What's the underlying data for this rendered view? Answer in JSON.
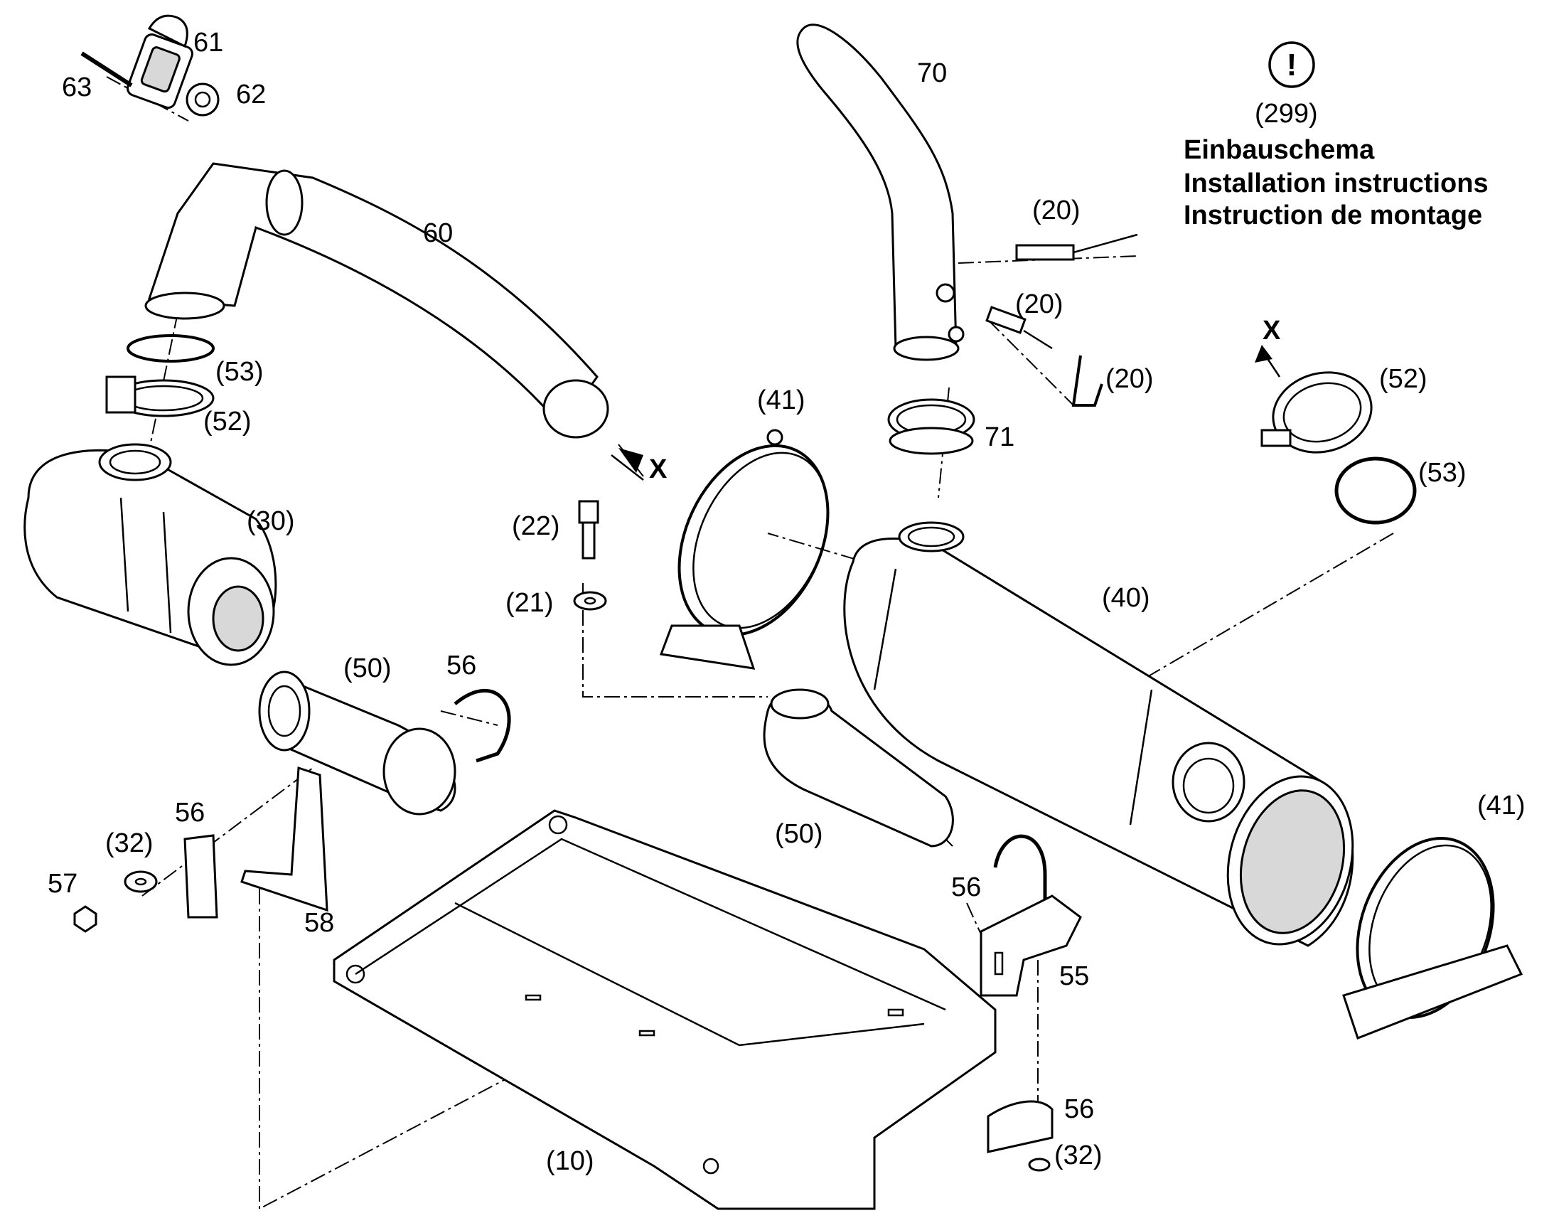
{
  "notice": {
    "icon": "exclamation-circle-icon",
    "ref": "(299)",
    "title_de": "Einbauschema",
    "title_en": "Installation instructions",
    "title_fr": "Instruction de montage"
  },
  "callouts": {
    "c61": "61",
    "c62": "62",
    "c63": "63",
    "c60": "60",
    "c53_left": "(53)",
    "c52_left": "(52)",
    "c30": "(30)",
    "c50_left": "(50)",
    "c56_ubolt_left": "56",
    "c56_clamp_left": "56",
    "c32_left": "(32)",
    "c57": "57",
    "c58": "58",
    "x_left": "X",
    "c22": "(22)",
    "c21": "(21)",
    "c41_top": "(41)",
    "c70": "70",
    "c71": "71",
    "c20_a": "(20)",
    "c20_b": "(20)",
    "c20_c": "(20)",
    "x_right": "X",
    "c52_right": "(52)",
    "c53_right": "(53)",
    "c40": "(40)",
    "c50_right": "(50)",
    "c56_ubolt_right": "56",
    "c55": "55",
    "c41_bottom": "(41)",
    "c56_clamp_right": "56",
    "c32_right": "(32)",
    "c10": "(10)"
  }
}
